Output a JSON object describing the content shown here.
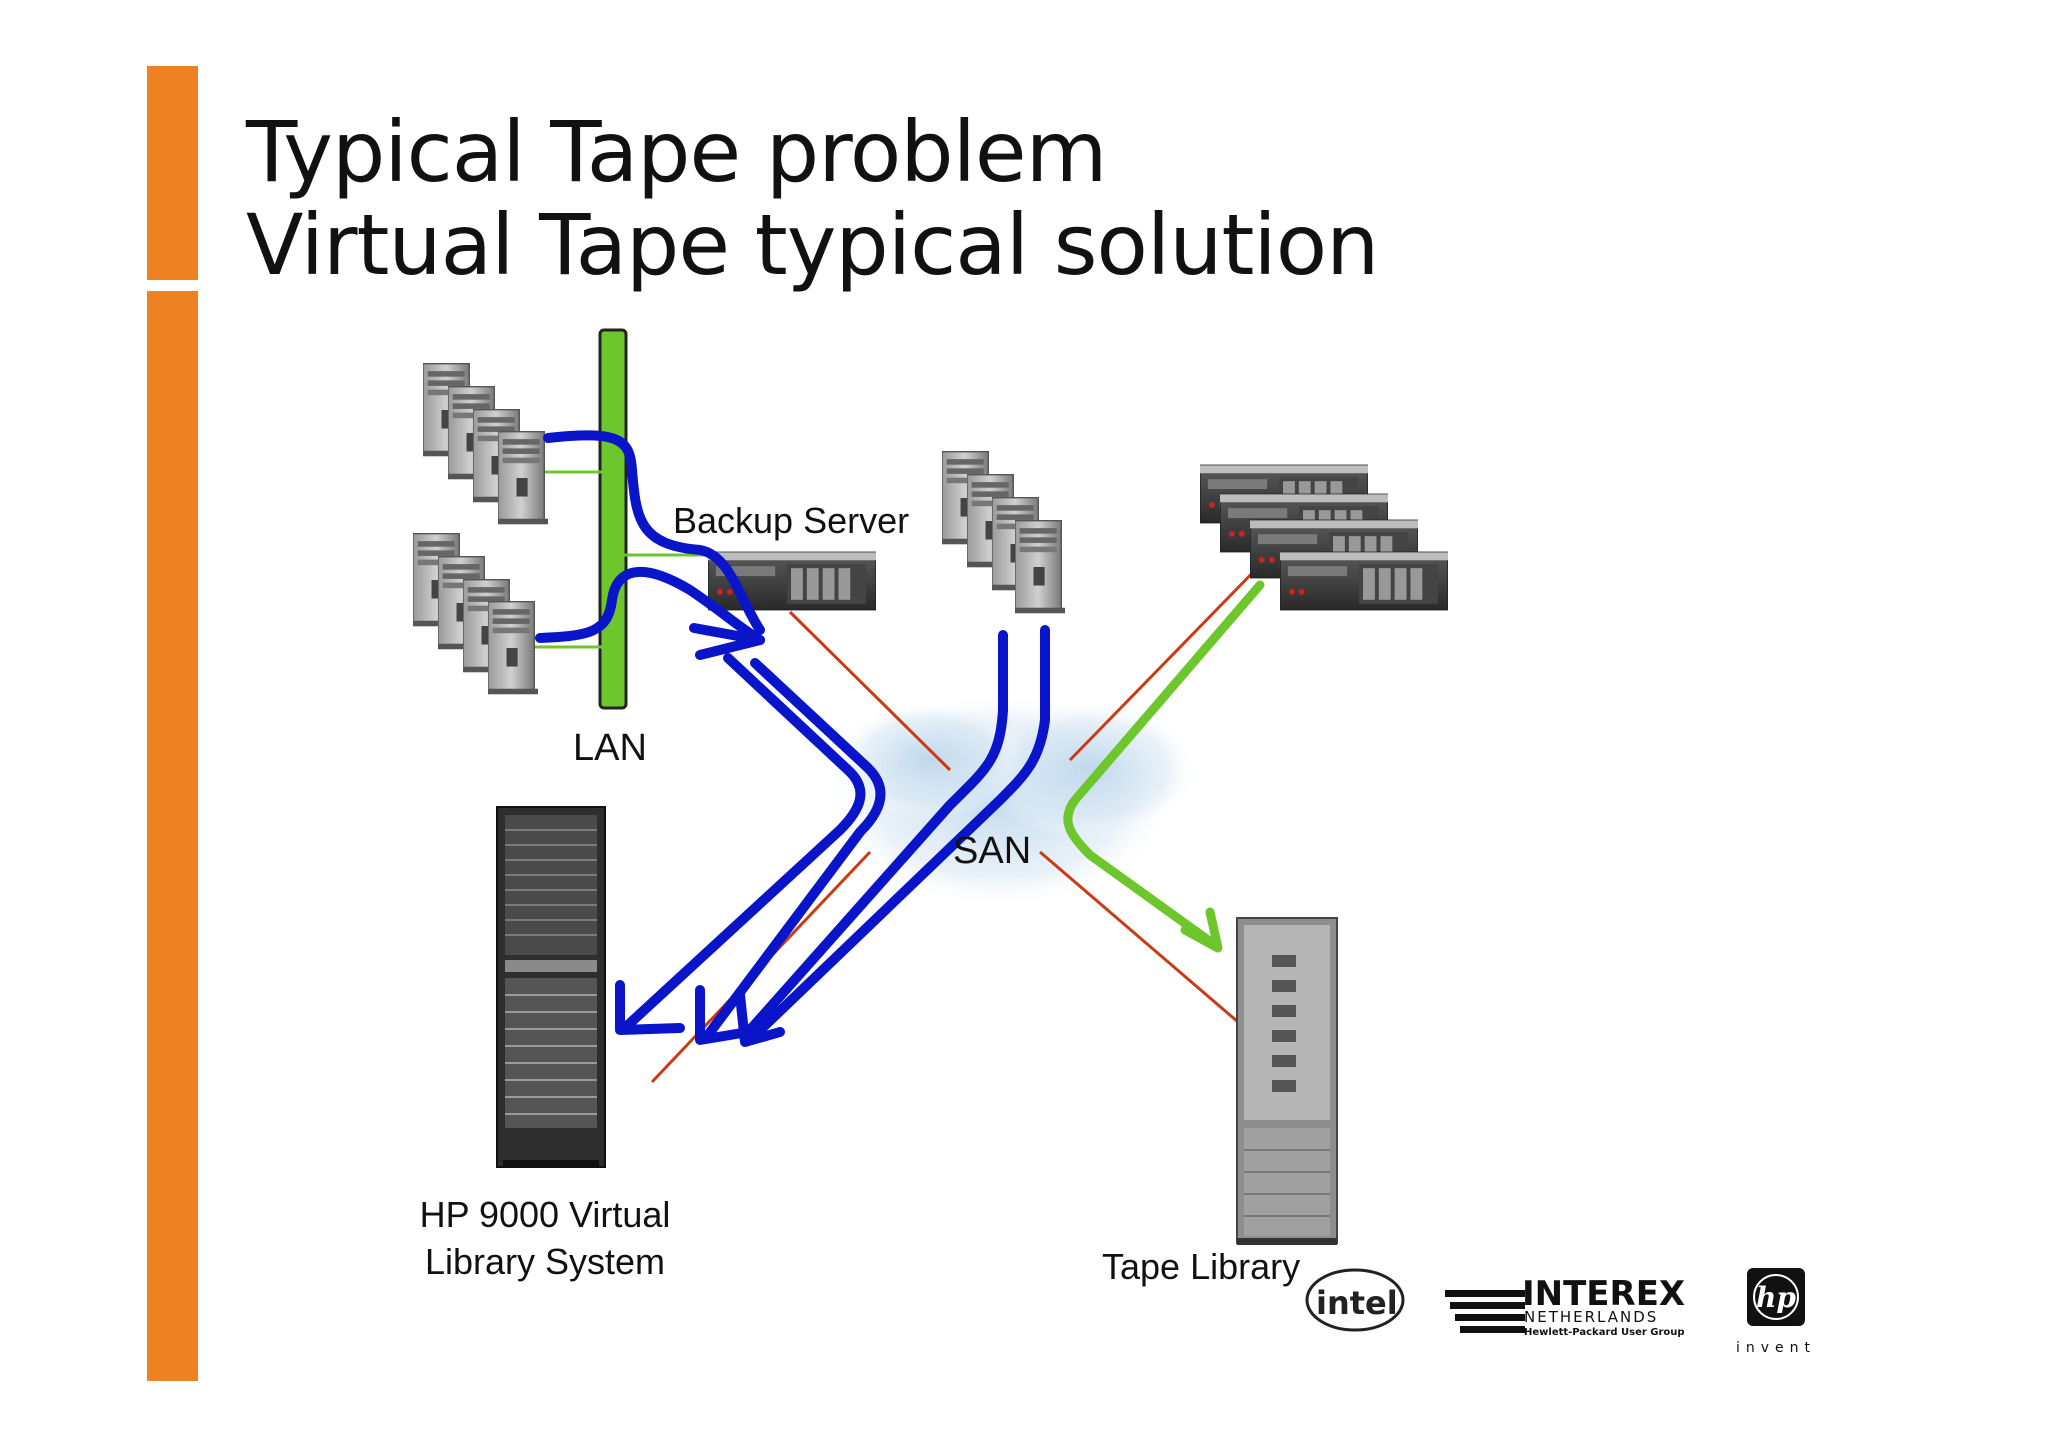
{
  "slide": {
    "title_lines": [
      "Typical Tape problem",
      "Virtual Tape typical solution"
    ]
  },
  "diagram": {
    "labels": {
      "lan": "LAN",
      "backup_server": "Backup Server",
      "san": "SAN",
      "virtual_library": [
        "HP 9000 Virtual",
        "Library System"
      ],
      "tape_library": "Tape Library"
    },
    "colors": {
      "accent_bar": "#ee8121",
      "lan_bus": "#6cc62c",
      "data_flow_blue": "#0a14c8",
      "data_flow_green": "#6cc62c",
      "san_link": "#cc3a12"
    }
  },
  "logos": {
    "intel": "intel",
    "interex": {
      "name": "INTEREX",
      "country": "NETHERLANDS",
      "tagline": "Hewlett-Packard User Group"
    },
    "hp": {
      "mark": "hp",
      "tagline": "invent"
    }
  }
}
